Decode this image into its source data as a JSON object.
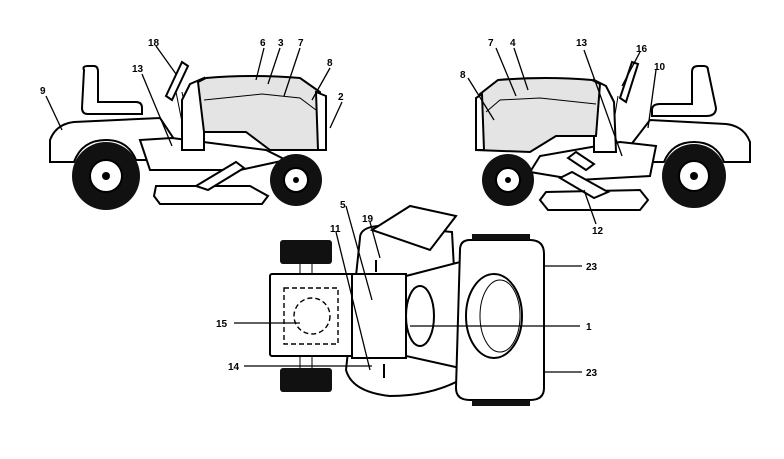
{
  "header": {
    "left_fragment": "",
    "middle_fragment": "",
    "code_fragment": "",
    "right_fragment": ""
  },
  "labels": {
    "left_view": [
      "18",
      "6",
      "3",
      "7",
      "8",
      "2",
      "9",
      "13"
    ],
    "right_view": [
      "7",
      "4",
      "13",
      "16",
      "8",
      "10",
      "12"
    ],
    "top_view": [
      "5",
      "19",
      "11",
      "15",
      "14",
      "1",
      "23",
      "23"
    ]
  }
}
